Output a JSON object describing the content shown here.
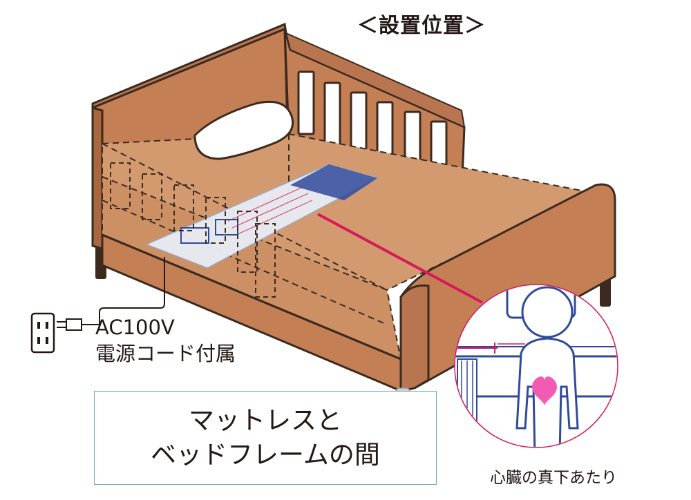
{
  "title": "＜設置位置＞",
  "power_label": {
    "line1": "AC100V",
    "line2": "電源コード付属"
  },
  "placement_note": {
    "line1": "マットレスと",
    "line2": "ベッドフレームの間"
  },
  "heart_caption": "心臓の真下あたり",
  "colors": {
    "bed_wood": "#c47f55",
    "mattress": "#d49a6f",
    "outline": "#3a2a1f",
    "pointer_line": "#d6195b",
    "heart": "#f25bb3",
    "sensor_blue": "#2f4a9c",
    "box_border": "#6fa8d6"
  }
}
